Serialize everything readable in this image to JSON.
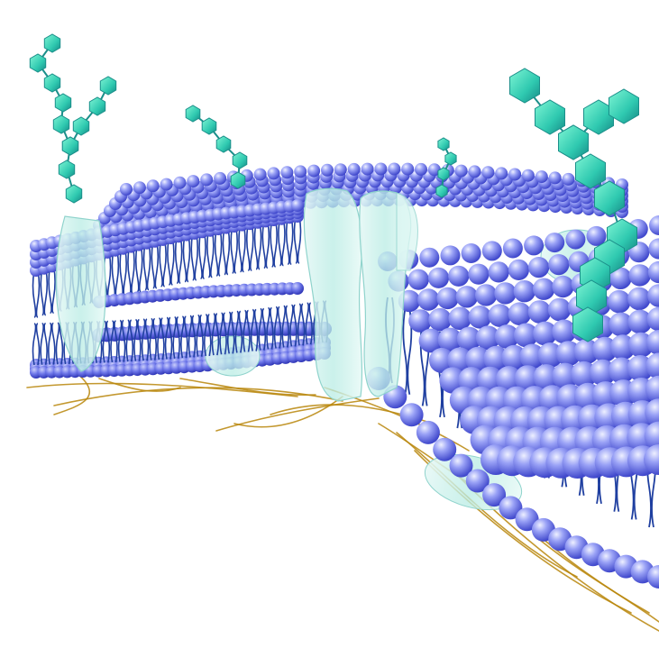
{
  "scene": {
    "subject": "cell-membrane-cross-section",
    "colors": {
      "background": "#ffffff",
      "phospholipid_head_light": "#c8cdfb",
      "phospholipid_head_mid": "#8b93f2",
      "phospholipid_head_dark": "#4a52d6",
      "lipid_tail": "#1f3fa0",
      "protein_glass": "#d8f4f1",
      "protein_edge": "#8fd3cc",
      "glycan_light": "#5ff0c8",
      "glycan_dark": "#1b8f8a",
      "cytoskeleton_fiber": "#b8860b"
    },
    "elements": [
      "phospholipid-bilayer",
      "channel-protein",
      "integral-proteins",
      "peripheral-proteins",
      "glycoprotein-chains",
      "cytoskeleton-filaments"
    ]
  }
}
